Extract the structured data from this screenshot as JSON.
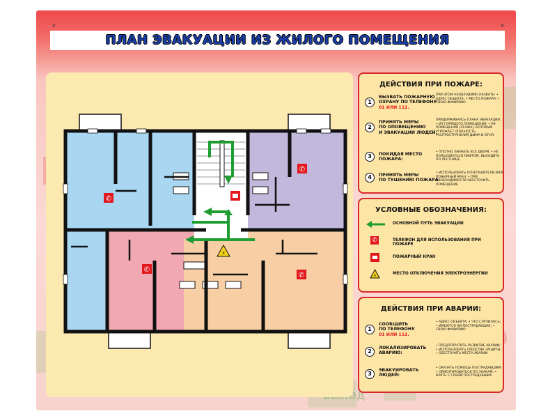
{
  "title": "ПЛАН ЭВАКУАЦИИ ИЗ ЖИЛОГО ПОМЕЩЕНИЯ",
  "fire_actions": {
    "title": "ДЕЙСТВИЯ ПРИ ПОЖАРЕ:",
    "steps": [
      {
        "num": "1",
        "line1": "ВЫЗВАТЬ ПОЖАРНУЮ",
        "line2": "ОХРАНУ ПО ТЕЛЕФОНУ",
        "phone": "01 ИЛИ 112.",
        "detail": "ПРИ ЭТОМ НЕОБХОДИМО НАЗВАТЬ: • АДРЕС ОБЪЕКТА; • МЕСТО ПОЖАРА; • СВОЮ ФАМИЛИЮ."
      },
      {
        "num": "2",
        "line1": "ПРИНЯТЬ МЕРЫ",
        "line2": "ПО ОПОВЕЩЕНИЮ",
        "line3": "И ЭВАКУАЦИИ ЛЮДЕЙ.",
        "detail": "ПРИДЕРЖИВАЯСЬ ПЛАНА ЭВАКУАЦИИ: • ИЗ ГОРЯЩЕГО ПОМЕЩЕНИЯ; • ИЗ ПОМЕЩЕНИЯ (ЭТАЖА), КОТОРЫМ УГРОЖАЕТ ОПАСНОСТЬ РАСПРОСТРАНЕНИЯ ДЫМА И ОГНЯ."
      },
      {
        "num": "3",
        "line1": "ПОКИДАЯ МЕСТО",
        "line2": "ПОЖАРА:",
        "detail": "• ПЛОТНО ЗАКРЫТЬ ВСЕ ДВЕРИ; • НЕ ПОЛЬЗОВАТЬСЯ ЛИФТОМ. ВЫХОДИТЬ ПО ЛЕСТНИЦЕ."
      },
      {
        "num": "4",
        "line1": "ПРИНЯТЬ МЕРЫ",
        "line2": "ПО ТУШЕНИЮ ПОЖАРА:",
        "detail": "• ИСПОЛЬЗОВАТЬ ОГНЕТУШИТЕЛИ ИЛИ ПОЖАРНЫЙ КРАН; • ПРИ НЕОБХОДИМОСТИ ОБЕСТОЧИТЬ ПОМЕЩЕНИЕ."
      }
    ]
  },
  "legend": {
    "title": "УСЛОВНЫЕ ОБОЗНАЧЕНИЯ:",
    "items": [
      {
        "icon": "green-arrow-icon",
        "label": "ОСНОВНОЙ ПУТЬ ЭВАКУАЦИИ"
      },
      {
        "icon": "phone-icon",
        "label": "ТЕЛЕФОН ДЛЯ ИСПОЛЬЗОВАНИЯ ПРИ ПОЖАРЕ"
      },
      {
        "icon": "fire-hydrant-icon",
        "label": "ПОЖАРНЫЙ КРАН"
      },
      {
        "icon": "electric-hazard-icon",
        "label": "МЕСТО ОТКЛЮЧЕНИЯ ЭЛЕКТРОЭНЕРГИИ"
      }
    ]
  },
  "accident_actions": {
    "title": "ДЕЙСТВИЯ ПРИ АВАРИИ:",
    "steps": [
      {
        "num": "1",
        "line1": "СООБЩИТЬ",
        "line2": "ПО ТЕЛЕФОНУ",
        "phone": "01 ИЛИ 112.",
        "detail": "• АДРЕС ОБЪЕКТА; • ЧТО СЛУЧИЛОСЬ; • ИМЕЮТСЯ ЛИ ПОСТРАДАВШИЕ; • СВОЮ ФАМИЛИЮ."
      },
      {
        "num": "2",
        "line1": "ЛОКАЛИЗИРОВАТЬ",
        "line2": "АВАРИЮ:",
        "detail": "• ПРЕДОТВРАТИТЬ РАЗВИТИЕ АВАРИИ; • ИСПОЛЬЗОВАТЬ СРЕДСТВА ЗАЩИТЫ; • ОБЕСТОЧИТЬ МЕСТА АВАРИИ."
      },
      {
        "num": "3",
        "line1": "ЭВАКУИРОВАТЬ",
        "line2": "ЛЮДЕЙ:",
        "detail": "• ОКАЗАТЬ ПОМОЩЬ ПОСТРАДАВШИМ; • ОРИЕНТИРОВАТЬСЯ ПО ЗНАКАМ; • ВЗЯТЬ С СОБОЙ ПОСТРАДАВШИХ."
      }
    ]
  },
  "background_text": "ВЫХОД",
  "colors": {
    "title_blue": "#1b3fa8",
    "evac_green": "#1f9d32",
    "alert_red": "#e3181d",
    "room_blue": "#a9d7f2",
    "room_purple": "#c2b8dc",
    "room_pink": "#f1a8b0",
    "room_peach": "#f8cfa4"
  }
}
